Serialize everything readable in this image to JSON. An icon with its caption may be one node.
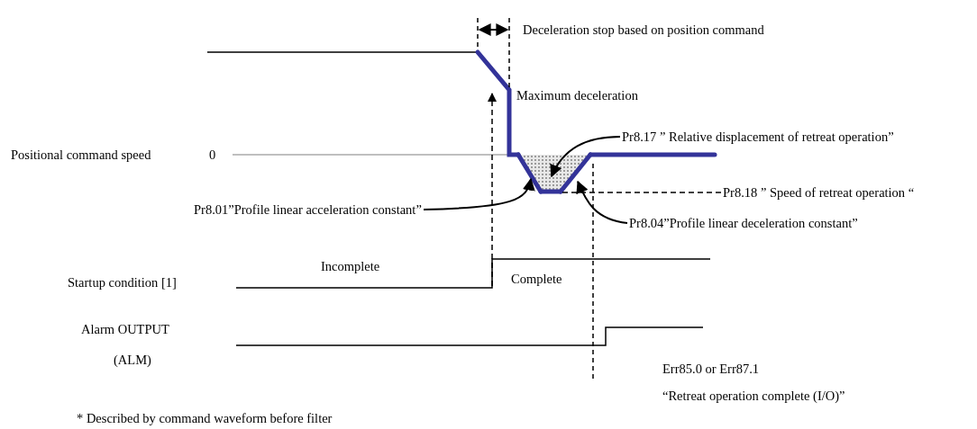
{
  "diagram": {
    "nodes": [
      {
        "text": [
          "Pr8.17 ” Relative displacement of retreat operation”"
        ]
      },
      {
        "text": [
          "Pr8.18 ” Speed of retreat operation “"
        ]
      },
      {
        "text": [
          "Pr8.01”Profile linear acceleration constant”"
        ]
      },
      {
        "text": [
          "Pr8.04”Profile linear deceleration constant”"
        ]
      },
      {
        "text": [],
        "shape": "line"
      },
      {
        "text": [],
        "shape": "area"
      },
      {
        "text": [],
        "shape": "line"
      },
      {
        "text": [],
        "shape": "line"
      }
    ],
    "edges": [
      {
        "from": 0,
        "to": 5,
        "arrow": "to"
      },
      {
        "from": 1,
        "to": 6,
        "arrow": "none",
        "style": "dashed"
      },
      {
        "from": 2,
        "to": 4,
        "arrow": "to"
      },
      {
        "from": 3,
        "to": 7,
        "arrow": "to"
      }
    ],
    "labels": [
      "Deceleration stop based on position command",
      "Maximum deceleration",
      "Positional command speed",
      "0",
      "Incomplete",
      "Startup condition [1]",
      "Complete",
      "Alarm OUTPUT",
      "(ALM)",
      "Err85.0 or Err87.1",
      "“Retreat operation complete (I/O)”",
      "* Described by command waveform before filter"
    ]
  }
}
